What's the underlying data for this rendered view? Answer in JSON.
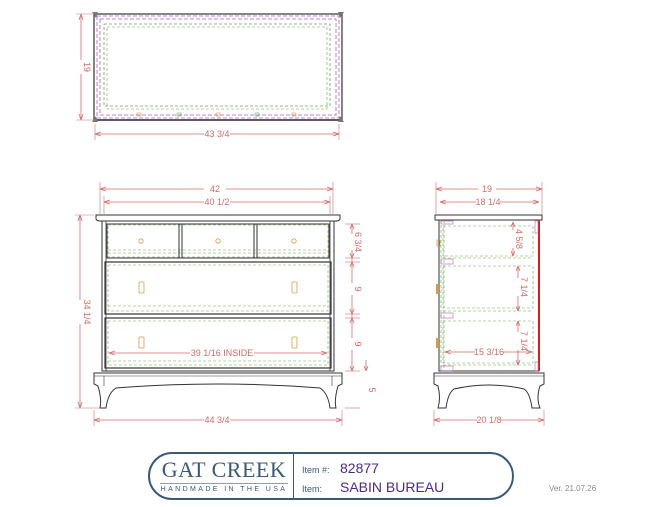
{
  "title_block": {
    "brand": "GAT CREEK",
    "tagline": "HANDMADE IN THE USA",
    "item_number_label": "Item #:",
    "item_number": "82877",
    "item_name_label": "Item:",
    "item_name": "SABIN BUREAU"
  },
  "version": "Ver. 21.07.26",
  "colors": {
    "outline": "#333333",
    "dimension": "#d36a6a",
    "drawer_box": "#6aa84f",
    "hidden_top": "#b05fc4",
    "hardware": "#d49a4a",
    "brand": "#3a5a78",
    "item_text": "#4b2a8a"
  },
  "views": {
    "top": {
      "depth": "19",
      "width": "43 3/4"
    },
    "front": {
      "overall_width_top": "42",
      "case_width": "40 1/2",
      "overall_height": "34 1/4",
      "base_width": "44 3/4",
      "inside_width": "39 1/16 INSIDE",
      "drawer_heights": [
        "6 3/4",
        "9",
        "9"
      ],
      "base_height": "5"
    },
    "side": {
      "overall_depth": "19",
      "case_depth": "18 1/4",
      "base_depth": "20 1/8",
      "inside_depth": "15 3/16",
      "drawer_box_heights": [
        "4 5/8",
        "7 1/4",
        "7 1/4"
      ]
    }
  }
}
